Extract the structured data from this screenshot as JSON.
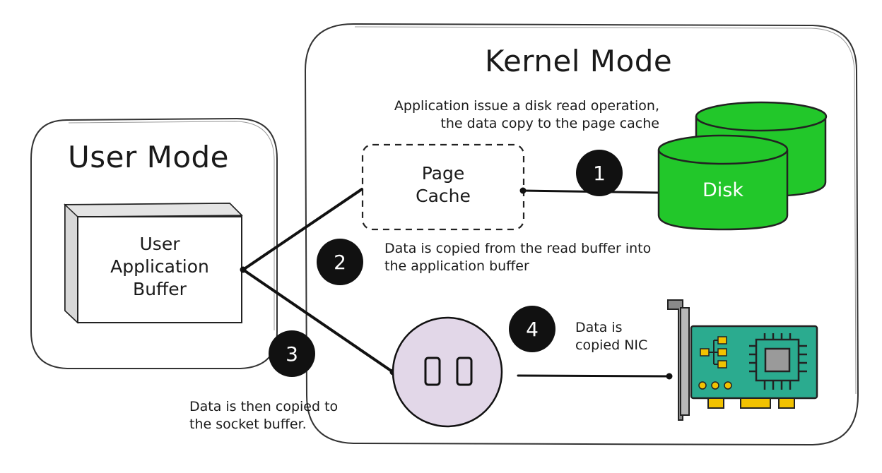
{
  "kernel": {
    "title": "Kernel Mode"
  },
  "user": {
    "title": "User Mode"
  },
  "app_buffer": {
    "label": "User Application Buffer",
    "lines": [
      "User",
      "Application",
      "Buffer"
    ]
  },
  "page_cache": {
    "lines": [
      "Page",
      "Cache"
    ]
  },
  "disk": {
    "label": "Disk",
    "color": "#22c72a"
  },
  "socket": {
    "color": "#e2d7e8"
  },
  "steps": [
    {
      "number": "1",
      "text": [
        "Application issue a disk read operation,",
        "the data copy to the page cache"
      ]
    },
    {
      "number": "2",
      "text": [
        "Data is copied from the read buffer into",
        "the application buffer"
      ]
    },
    {
      "number": "3",
      "text": [
        "Data is then copied to",
        "the socket buffer."
      ]
    },
    {
      "number": "4",
      "text": [
        "Data is",
        "copied NIC"
      ]
    }
  ],
  "nic": {
    "board_color": "#2bab8f",
    "chip_color": "#9a9a9a",
    "contact_color": "#f2c200"
  }
}
